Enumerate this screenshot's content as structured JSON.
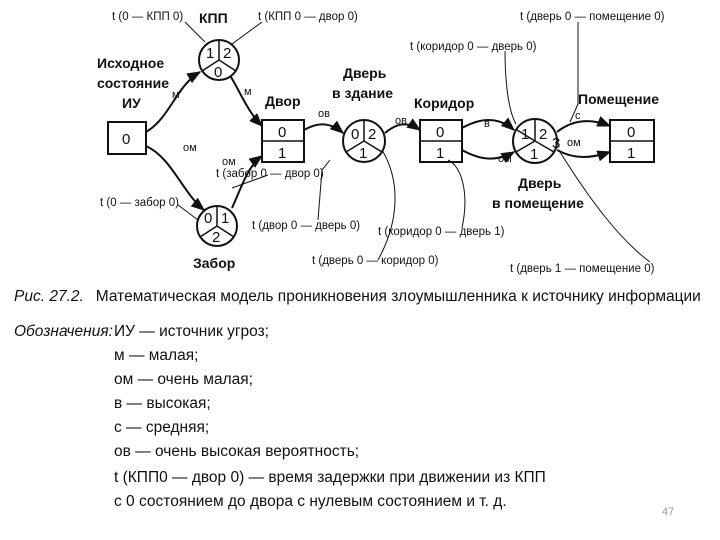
{
  "diagram": {
    "nodes": {
      "source": {
        "title_line1": "Исходное",
        "title_line2": "состояние",
        "title_line3": "ИУ",
        "value": "0"
      },
      "kpp": {
        "title": "КПП",
        "v1": "1",
        "v2": "2",
        "v3": "0"
      },
      "zabor": {
        "title": "Забор",
        "v1": "0",
        "v2": "1",
        "v3": "2"
      },
      "dvor": {
        "title": "Двор",
        "top": "0",
        "bottom": "1"
      },
      "dver_zdanie": {
        "title_line1": "Дверь",
        "title_line2": "в здание",
        "v1": "0",
        "v2": "2",
        "v3": "1"
      },
      "koridor": {
        "title": "Коридор",
        "top": "0",
        "bottom": "1"
      },
      "dver_pomeshchenie": {
        "title_line1": "Дверь",
        "title_line2": "в помещение",
        "v1": "1",
        "v2": "2",
        "v3": "3",
        "v4": "1"
      },
      "pomeshchenie": {
        "title": "Помещение",
        "top": "0",
        "bottom": "1"
      }
    },
    "arc_labels": {
      "m1": "м",
      "om1": "ом",
      "m2": "м",
      "om2": "ом",
      "ov1": "ов",
      "ov2": "ов",
      "v": "в",
      "om3": "ом",
      "om4": "ом",
      "s": "с"
    },
    "times": {
      "t_kpp": "t (0 — КПП 0)",
      "t_kpp_dvor": "t (КПП 0 — двор 0)",
      "t_zabor0": "t (0 — забор 0)",
      "t_zabor_dvor": "t (забор 0 — двор 0)",
      "t_dvor_dver": "t (двор 0 — дверь 0)",
      "t_dver_koridor": "t (дверь 0 — коридор 0)",
      "t_koridor_dver0": "t (коридор 0 — дверь 0)",
      "t_koridor_dver1": "t (коридор 0 — дверь 1)",
      "t_dver0_pom": "t (дверь 0 — помещение 0)",
      "t_dver1_pom": "t (дверь 1 — помещение 0)"
    }
  },
  "caption": {
    "fig": "Рис. 27.2.",
    "text": "Математическая модель проникновения злоумышленника к источнику информации"
  },
  "legend": {
    "head": "Обозначения:",
    "rows": [
      "ИУ — источник угроз;",
      "м — малая;",
      "ом — очень малая;",
      "в — высокая;",
      "с — средняя;",
      "ов — очень высокая вероятность;",
      "t (КПП0 — двор 0) — время задержки при движении из КПП",
      "с 0 состоянием до двора с нулевым состоянием и т. д."
    ]
  },
  "page_number": "47"
}
